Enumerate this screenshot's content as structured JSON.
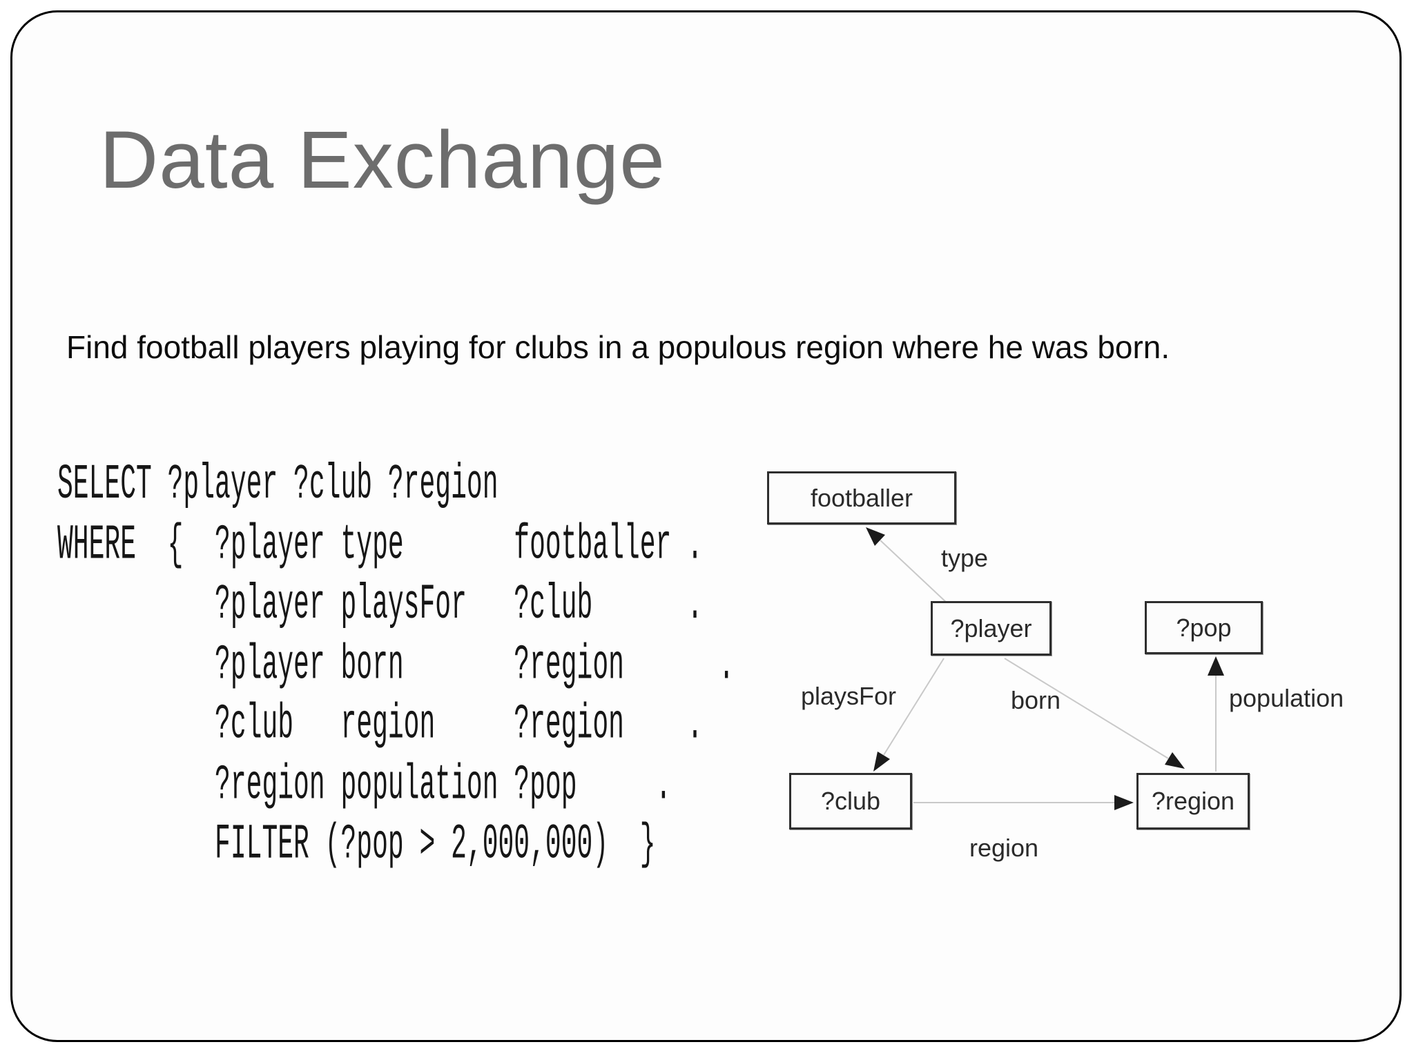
{
  "slide": {
    "title": "Data Exchange",
    "description": "Find football players playing for clubs in a populous region where he was born.",
    "sparql_query": "SELECT ?player ?club ?region\nWHERE  {  ?player type       footballer .\n          ?player playsFor   ?club      .\n          ?player born       ?region      .\n          ?club   region     ?region    .\n          ?region population ?pop     .\n          FILTER (?pop > 2,000,000)  }"
  },
  "diagram": {
    "nodes": [
      {
        "id": "footballer",
        "label": "footballer"
      },
      {
        "id": "player",
        "label": "?player"
      },
      {
        "id": "pop",
        "label": "?pop"
      },
      {
        "id": "club",
        "label": "?club"
      },
      {
        "id": "region",
        "label": "?region"
      }
    ],
    "edges": [
      {
        "label": "type",
        "from": "?player",
        "to": "footballer"
      },
      {
        "label": "playsFor",
        "from": "?player",
        "to": "?club"
      },
      {
        "label": "born",
        "from": "?player",
        "to": "?region"
      },
      {
        "label": "region",
        "from": "?club",
        "to": "?region"
      },
      {
        "label": "population",
        "from": "?region",
        "to": "?pop"
      }
    ]
  },
  "colors": {
    "title_text": "#6d6d6d",
    "body_text": "#0d0d0d",
    "slide_border": "#000000",
    "node_border": "#2e2e2e",
    "edge_line": "#c9c9c9",
    "arrowhead": "#1b1b1b"
  }
}
